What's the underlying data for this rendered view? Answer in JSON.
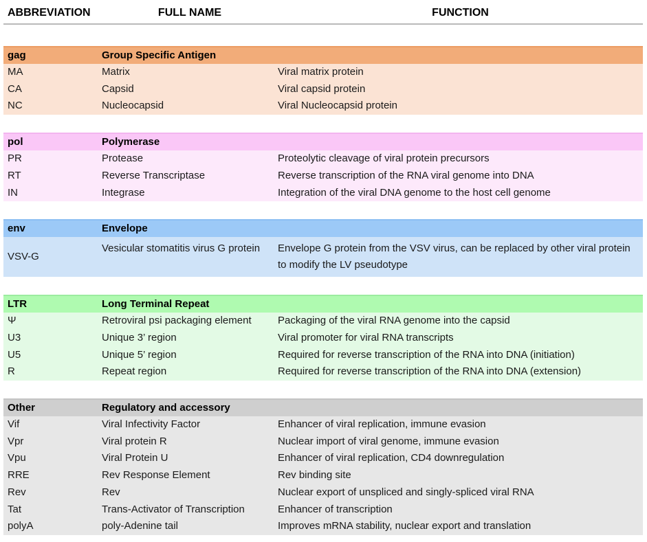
{
  "table": {
    "columns": [
      "ABBREVIATION",
      "FULL NAME",
      "FUNCTION"
    ],
    "header_rule_color": "#B9B9B9",
    "sections": [
      {
        "abbr": "gag",
        "full_name": "Group Specific Antigen",
        "header_color": "#F2AC79",
        "border_color": "#EC9C63",
        "body_color": "#FBE3D4",
        "rows": [
          [
            "MA",
            "Matrix",
            "Viral matrix protein"
          ],
          [
            "CA",
            "Capsid",
            "Viral capsid protein"
          ],
          [
            "NC",
            "Nucleocapsid",
            "Viral Nucleocapsid protein"
          ]
        ]
      },
      {
        "abbr": "pol",
        "full_name": "Polymerase",
        "header_color": "#FAC7F7",
        "border_color": "#F3B4EF",
        "body_color": "#FDE9FB",
        "rows": [
          [
            "PR",
            "Protease",
            "Proteolytic cleavage of viral protein precursors"
          ],
          [
            "RT",
            "Reverse Transcriptase",
            "Reverse transcription of the RNA viral genome into DNA"
          ],
          [
            "IN",
            "Integrase",
            "Integration of the viral DNA genome to the host cell genome"
          ]
        ]
      },
      {
        "abbr": "env",
        "full_name": "Envelope",
        "header_color": "#9CC9F7",
        "border_color": "#8BBEF3",
        "body_color": "#CFE3F8",
        "rows": [
          [
            "VSV-G",
            "Vesicular stomatitis virus G protein",
            "Envelope G protein from the VSV virus, can be replaced by other viral protein to modify the LV pseudotype"
          ]
        ]
      },
      {
        "abbr": "LTR",
        "full_name": "Long Terminal Repeat",
        "header_color": "#AFFAB0",
        "border_color": "#9BEC9F",
        "body_color": "#E3FAE5",
        "rows": [
          [
            "Ψ",
            "Retroviral psi packaging element",
            "Packaging of the viral RNA genome into the capsid"
          ],
          [
            "U3",
            "Unique 3’ region",
            "Viral promoter for viral RNA transcripts"
          ],
          [
            "U5",
            "Unique 5’ region",
            "Required for reverse transcription of the RNA into DNA (initiation)"
          ],
          [
            "R",
            "Repeat region",
            "Required for reverse transcription of the RNA into DNA (extension)"
          ]
        ]
      },
      {
        "abbr": "Other",
        "full_name": "Regulatory and accessory",
        "header_color": "#CFCFCF",
        "border_color": "#C4C4C4",
        "body_color": "#E7E7E7",
        "rows": [
          [
            "Vif",
            "Viral Infectivity Factor",
            "Enhancer of viral replication, immune evasion"
          ],
          [
            "Vpr",
            "Viral protein R",
            "Nuclear import of viral genome, immune evasion"
          ],
          [
            "Vpu",
            "Viral Protein U",
            "Enhancer of viral replication, CD4 downregulation"
          ],
          [
            "RRE",
            "Rev Response Element",
            "Rev binding site"
          ],
          [
            "Rev",
            "Rev",
            "Nuclear export of unspliced and singly-spliced viral RNA"
          ],
          [
            "Tat",
            "Trans-Activator of Transcription",
            "Enhancer of transcription"
          ],
          [
            "polyA",
            "poly-Adenine tail",
            "Improves mRNA stability, nuclear export and translation"
          ]
        ]
      }
    ]
  }
}
